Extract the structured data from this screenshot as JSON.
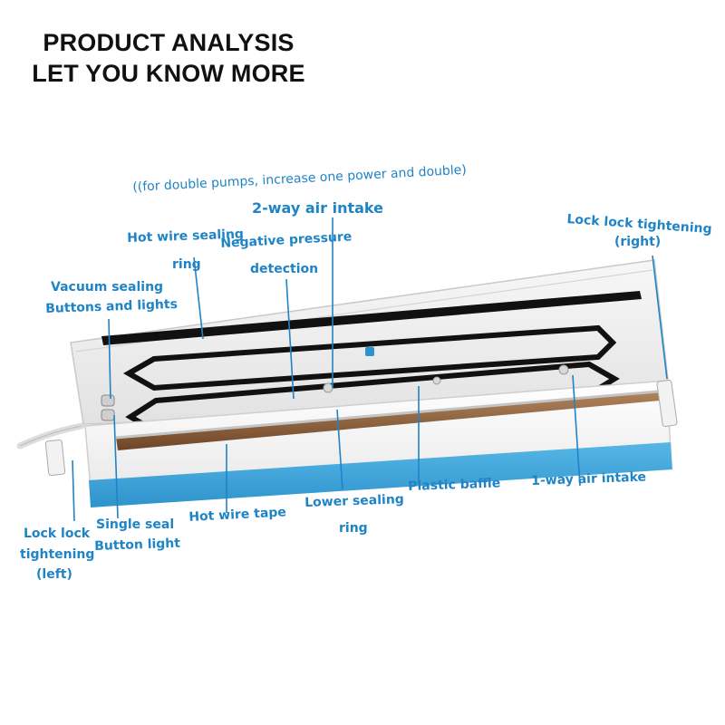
{
  "header": {
    "line1": "PRODUCT ANALYSIS",
    "line2": "LET YOU KNOW MORE"
  },
  "labels": {
    "double_pumps": "((for double pumps, increase one power and double)",
    "two_way": "2-way air intake",
    "lock_right_1": "Lock lock tightening",
    "lock_right_2": "(right)",
    "hot_wire_ring_1": "Hot wire sealing",
    "hot_wire_ring_2": "ring",
    "neg_pressure_1": "Negative pressure",
    "neg_pressure_2": "detection",
    "vacuum_1": "Vacuum sealing",
    "vacuum_2": "Buttons and lights",
    "lock_left_1": "Lock lock",
    "lock_left_2": "tightening",
    "lock_left_3": "(left)",
    "single_seal_1": "Single seal",
    "single_seal_2": "Button light",
    "hot_wire_tape": "Hot wire tape",
    "lower_ring_1": "Lower sealing",
    "lower_ring_2": "ring",
    "plastic_baffle": "Plastic baffle",
    "one_way": "1-way air intake"
  },
  "colors": {
    "label": "#1f84c6",
    "body_blue": "#3fa6da",
    "gasket": "#111111",
    "heat_strip": "#8a5a36"
  }
}
